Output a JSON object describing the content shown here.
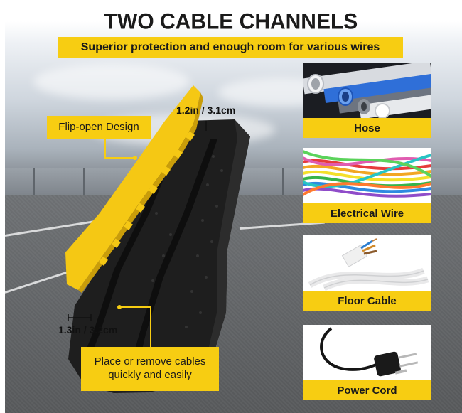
{
  "header": {
    "title": "TWO CABLE CHANNELS",
    "subtitle": "Superior protection and enough room for various wires"
  },
  "annotations": {
    "flip_open": "Flip-open Design",
    "height_dim": "1.2in / 3.1cm",
    "width_dim": "1.3in / 3.2cm",
    "place_remove": "Place or remove cables quickly and easily"
  },
  "cable_types": [
    {
      "label": "Hose",
      "icon": "pvc-pipes-image"
    },
    {
      "label": "Electrical Wire",
      "icon": "colored-wires-image"
    },
    {
      "label": "Floor Cable",
      "icon": "white-cable-image"
    },
    {
      "label": "Power Cord",
      "icon": "power-plug-image"
    }
  ],
  "colors": {
    "accent_yellow": "#f7cd12",
    "rubber_black": "#1c1c1c",
    "text_dark": "#1a1a1a"
  }
}
